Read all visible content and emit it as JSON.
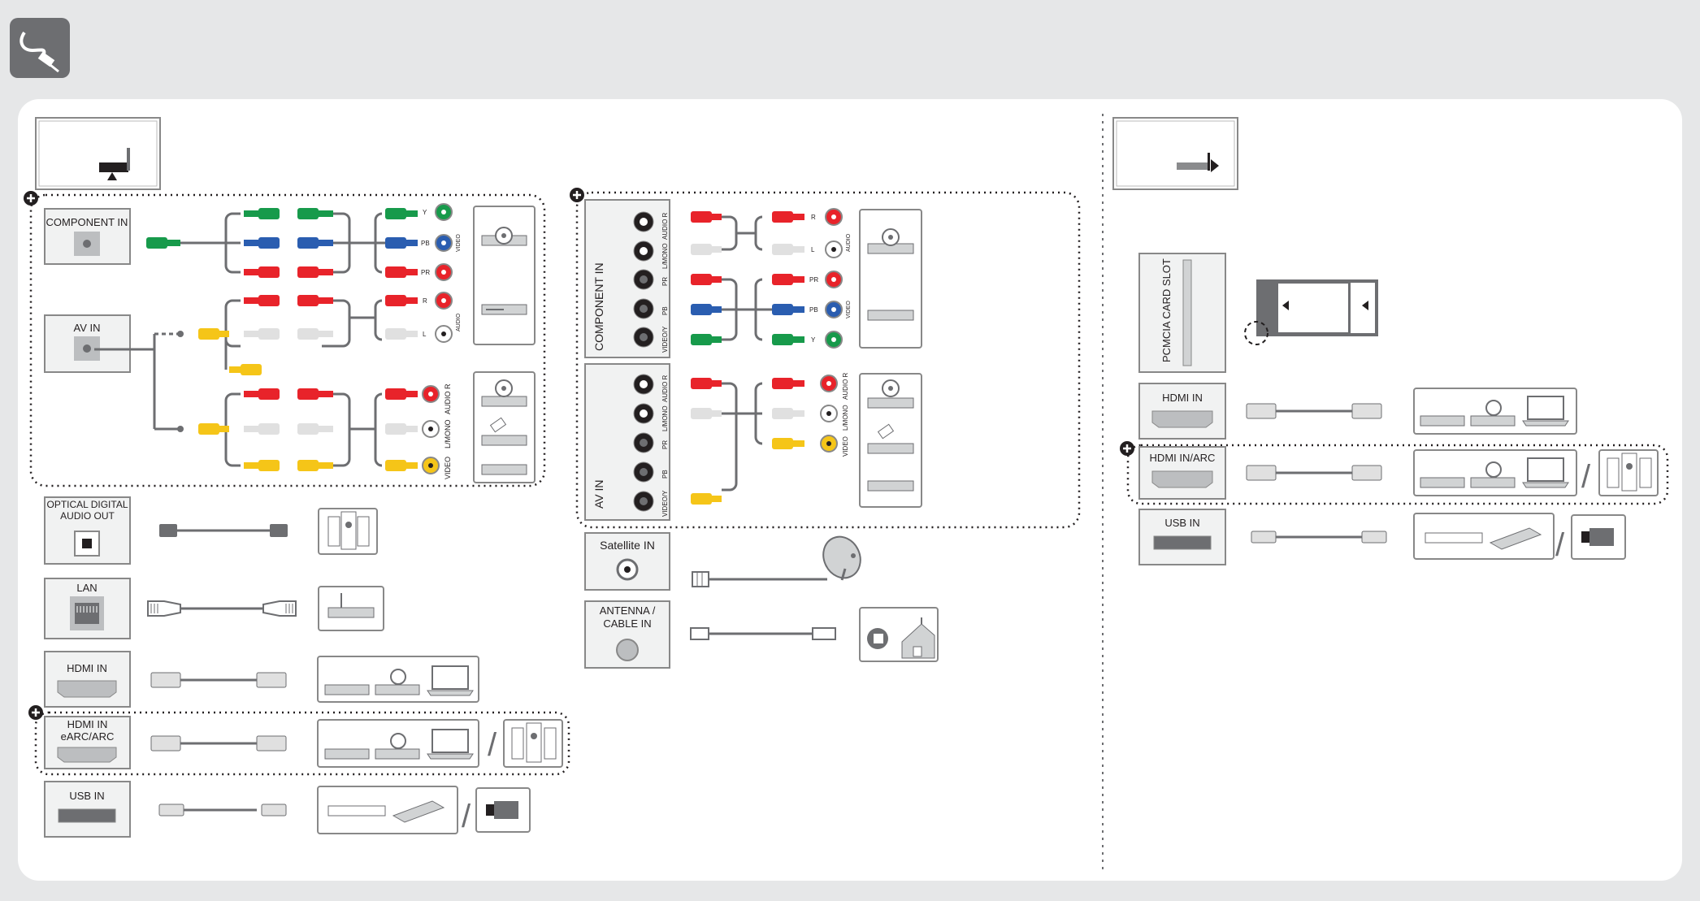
{
  "colors": {
    "page_bg": "#e6e7e8",
    "panel_bg": "#ffffff",
    "border": "#888888",
    "icon_gray": "#6d6e71",
    "cable": "#6d6e71",
    "plug_red": "#e8232a",
    "plug_green": "#179a4b",
    "plug_blue": "#2a5db0",
    "plug_yellow": "#f5c518",
    "plug_white": "#e0e0e0",
    "plug_gray": "#b8b8b8"
  },
  "header": {
    "icon": "cable-plug-icon"
  },
  "left_column": {
    "component_in": {
      "label": "COMPONENT IN",
      "jack_labels": [
        "Y",
        "PB",
        "PR",
        "R",
        "L"
      ],
      "video_bracket": "VIDEO",
      "audio_bracket": "AUDIO"
    },
    "av_in": {
      "label": "AV IN",
      "jack_labels": [
        "AUDIO R",
        "L/MONO",
        "VIDEO"
      ]
    },
    "optical": {
      "label": "OPTICAL DIGITAL AUDIO OUT"
    },
    "lan": {
      "label": "LAN"
    },
    "hdmi_in": {
      "label": "HDMI IN"
    },
    "hdmi_earc": {
      "label": "HDMI IN eARC/ARC"
    },
    "usb_in": {
      "label": "USB IN"
    },
    "separator": "/"
  },
  "middle_column": {
    "component_panel": {
      "label": "COMPONENT IN",
      "port_labels": [
        "AUDIO R",
        "L/MONO",
        "PR",
        "PB",
        "VIDEO/Y"
      ],
      "out_labels": [
        "R",
        "L",
        "PR",
        "PB",
        "Y"
      ],
      "audio_bracket": "AUDIO",
      "video_bracket": "VIDEO"
    },
    "av_panel": {
      "label": "AV IN",
      "port_labels": [
        "AUDIO R",
        "L/MONO",
        "PR",
        "PB",
        "VIDEO/Y"
      ],
      "out_labels": [
        "AUDIO R",
        "L/MONO",
        "VIDEO"
      ]
    },
    "satellite_in": {
      "label": "Satellite IN"
    },
    "antenna": {
      "label": "ANTENNA / CABLE IN"
    }
  },
  "right_column": {
    "pcmcia": {
      "label": "PCMCIA CARD SLOT"
    },
    "hdmi_in": {
      "label": "HDMI IN"
    },
    "hdmi_arc": {
      "label": "HDMI IN/ARC"
    },
    "usb_in": {
      "label": "USB IN"
    },
    "separator": "/"
  }
}
